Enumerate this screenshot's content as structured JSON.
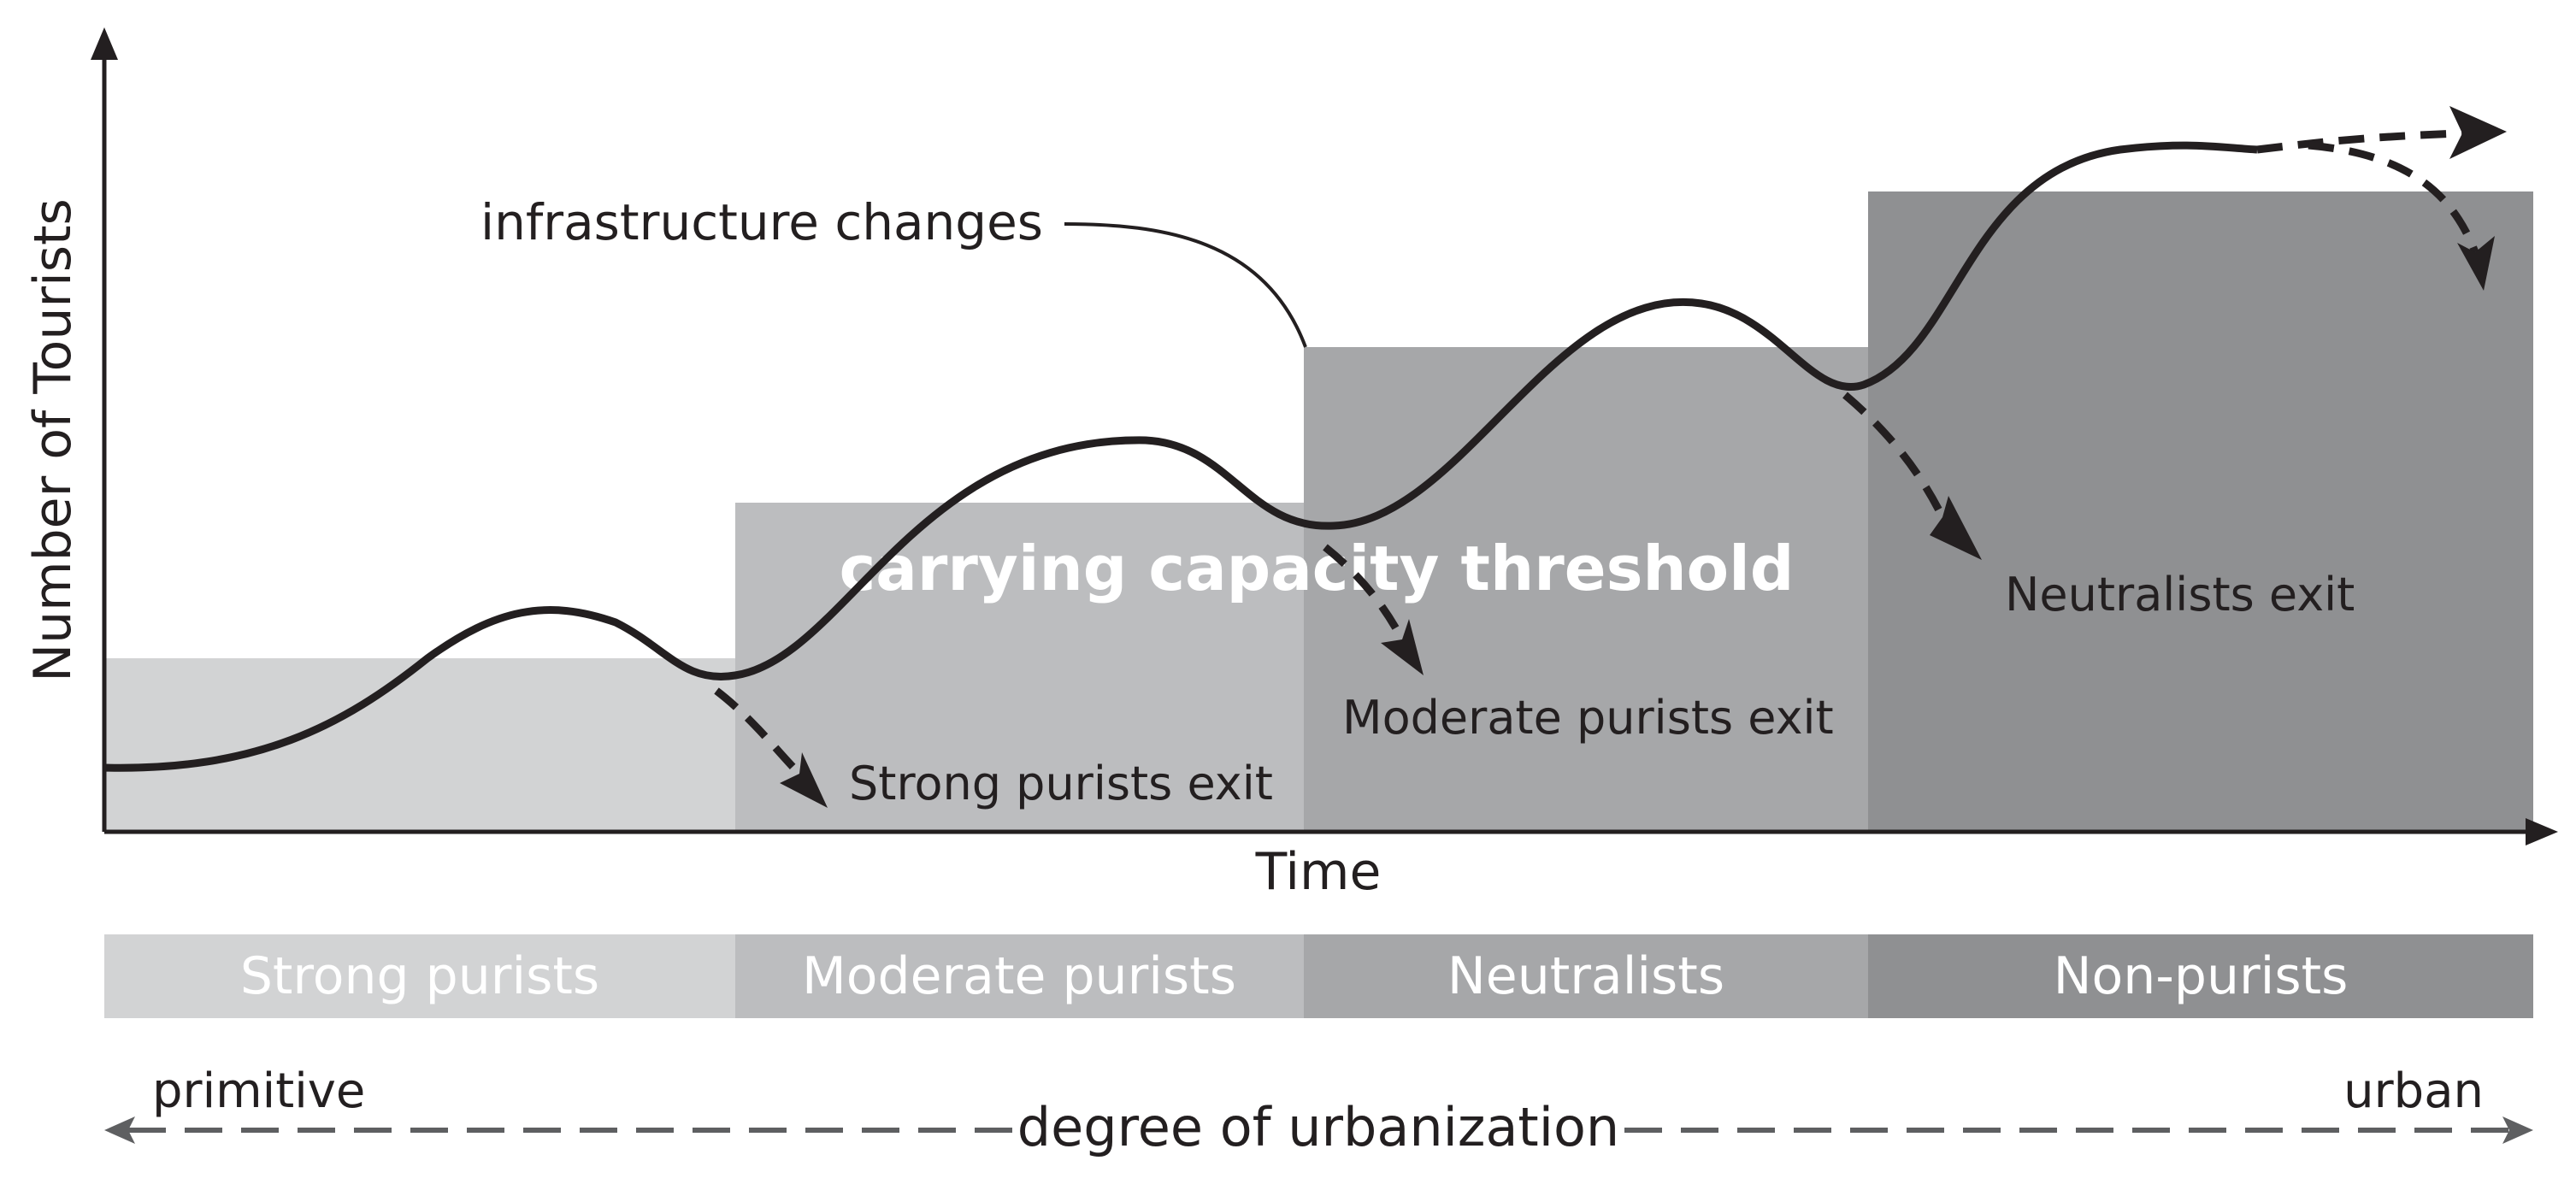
{
  "axes": {
    "y_label": "Number of Tourists",
    "x_label": "Time"
  },
  "thresholds": {
    "label": "carrying capacity threshold",
    "infrastructure_label": "infrastructure changes",
    "step_colors": [
      "#d2d3d4",
      "#bcbdbf",
      "#a6a7a9",
      "#8f9092"
    ]
  },
  "exits": [
    {
      "label": "Strong purists exit"
    },
    {
      "label": "Moderate purists exit"
    },
    {
      "label": "Neutralists exit"
    }
  ],
  "groups": [
    {
      "label": "Strong purists",
      "color": "#d2d3d4"
    },
    {
      "label": "Moderate purists",
      "color": "#bcbdbf"
    },
    {
      "label": "Neutralists",
      "color": "#a6a7a9"
    },
    {
      "label": "Non-purists",
      "color": "#8f9092"
    }
  ],
  "urbanization": {
    "left": "primitive",
    "center": "degree of urbanization",
    "right": "urban"
  }
}
